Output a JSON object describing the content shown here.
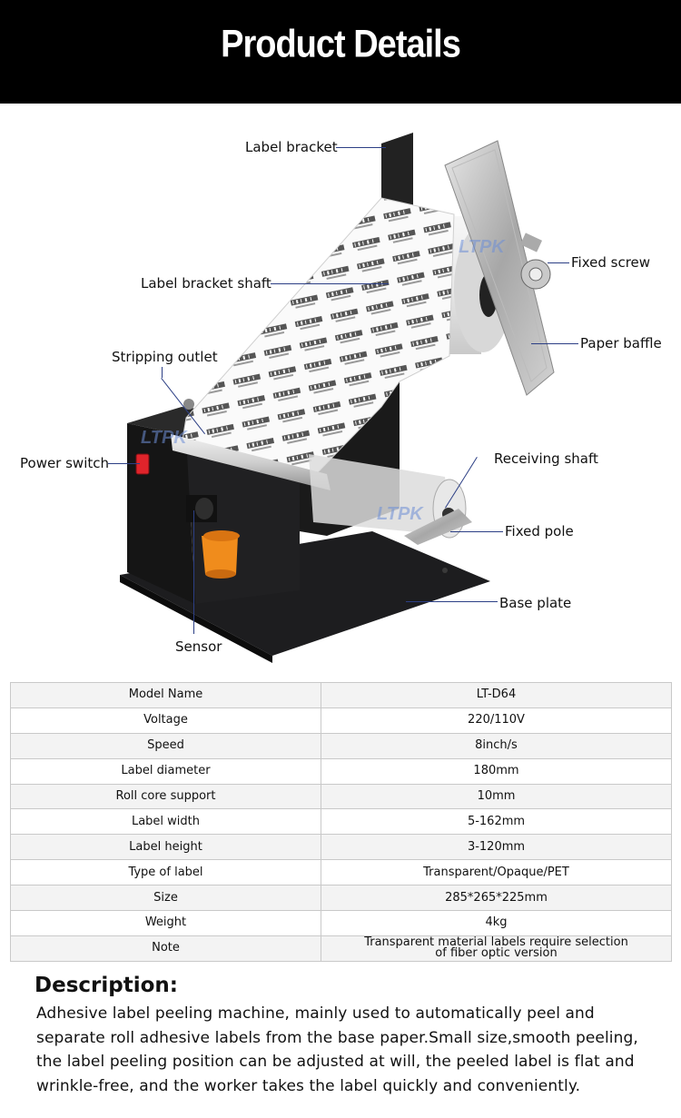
{
  "header": {
    "title": "Product Details"
  },
  "diagram": {
    "watermark": "LTPK",
    "callouts": {
      "label_bracket": "Label bracket",
      "label_bracket_shaft": "Label bracket shaft",
      "stripping_outlet": "Stripping outlet",
      "power_switch": "Power switch",
      "sensor": "Sensor",
      "fixed_screw": "Fixed screw",
      "paper_baffle": "Paper baffle",
      "receiving_shaft": "Receiving shaft",
      "fixed_pole": "Fixed pole",
      "base_plate": "Base plate"
    }
  },
  "specs": {
    "rows": [
      {
        "key": "Model Name",
        "value": "LT-D64"
      },
      {
        "key": "Voltage",
        "value": "220/110V"
      },
      {
        "key": "Speed",
        "value": "8inch/s"
      },
      {
        "key": "Label diameter",
        "value": "180mm"
      },
      {
        "key": "Roll core support",
        "value": "10mm"
      },
      {
        "key": "Label width",
        "value": "5-162mm"
      },
      {
        "key": "Label height",
        "value": "3-120mm"
      },
      {
        "key": "Type of label",
        "value": "Transparent/Opaque/PET"
      },
      {
        "key": "Size",
        "value": "285*265*225mm"
      },
      {
        "key": "Weight",
        "value": "4kg"
      },
      {
        "key": "Note",
        "value": "Transparent material labels require selection of fiber optic version"
      }
    ]
  },
  "description": {
    "title": "Description:",
    "body": "Adhesive label peeling machine, mainly used to automatically peel and separate roll adhesive labels from the base paper.Small size,smooth peeling, the label peeling position can be adjusted at will, the peeled label is flat and wrinkle-free, and the worker takes the label quickly and conveniently."
  },
  "colors": {
    "header_bg": "#000000",
    "leader_line": "#2c3f85",
    "switch_red": "#e0242b",
    "sensor_orange": "#f08c1c"
  }
}
